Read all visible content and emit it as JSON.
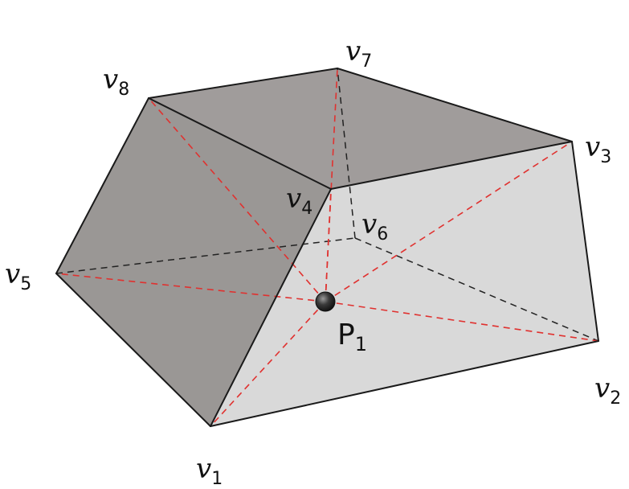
{
  "colors": {
    "top_face": "#a09c9b",
    "left_face": "#9a9795",
    "front_face": "#d9d9d9",
    "edge": "#1a1a1a",
    "hidden_edge": "#222222",
    "red_dashed": "#e0312f",
    "point_fill": "#2a2a2a"
  },
  "vertices": [
    {
      "id": "v1",
      "letter": "v",
      "sub": "1"
    },
    {
      "id": "v2",
      "letter": "v",
      "sub": "2"
    },
    {
      "id": "v3",
      "letter": "v",
      "sub": "3"
    },
    {
      "id": "v4",
      "letter": "v",
      "sub": "4"
    },
    {
      "id": "v5",
      "letter": "v",
      "sub": "5"
    },
    {
      "id": "v6",
      "letter": "v",
      "sub": "6"
    },
    {
      "id": "v7",
      "letter": "v",
      "sub": "7"
    },
    {
      "id": "v8",
      "letter": "v",
      "sub": "8"
    }
  ],
  "point": {
    "letter": "P",
    "sub": "1"
  }
}
